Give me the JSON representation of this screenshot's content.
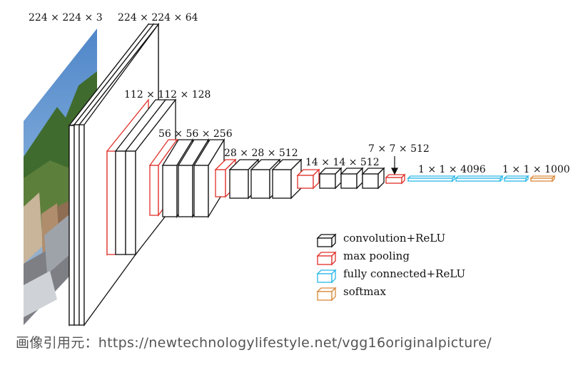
{
  "diagram": {
    "dims": {
      "input": "224 × 224 × 3",
      "conv1": "224 × 224 × 64",
      "conv2": "112 × 112 × 128",
      "conv3": "56 × 56 × 256",
      "conv4": "28 × 28 × 512",
      "conv5": "14 × 14 × 512",
      "pool5": "7 × 7 × 512",
      "fc": "1 × 1 × 4096",
      "softmax": "1 × 1 × 1000"
    },
    "legend": [
      {
        "label": "convolution+ReLU",
        "color": "#111111"
      },
      {
        "label": "max pooling",
        "color": "#e0302a"
      },
      {
        "label": "fully connected+ReLU",
        "color": "#29b7e8"
      },
      {
        "label": "softmax",
        "color": "#d9893a"
      }
    ]
  },
  "caption": "画像引用元：https://newtechnologylifestyle.net/vgg16originalpicture/"
}
